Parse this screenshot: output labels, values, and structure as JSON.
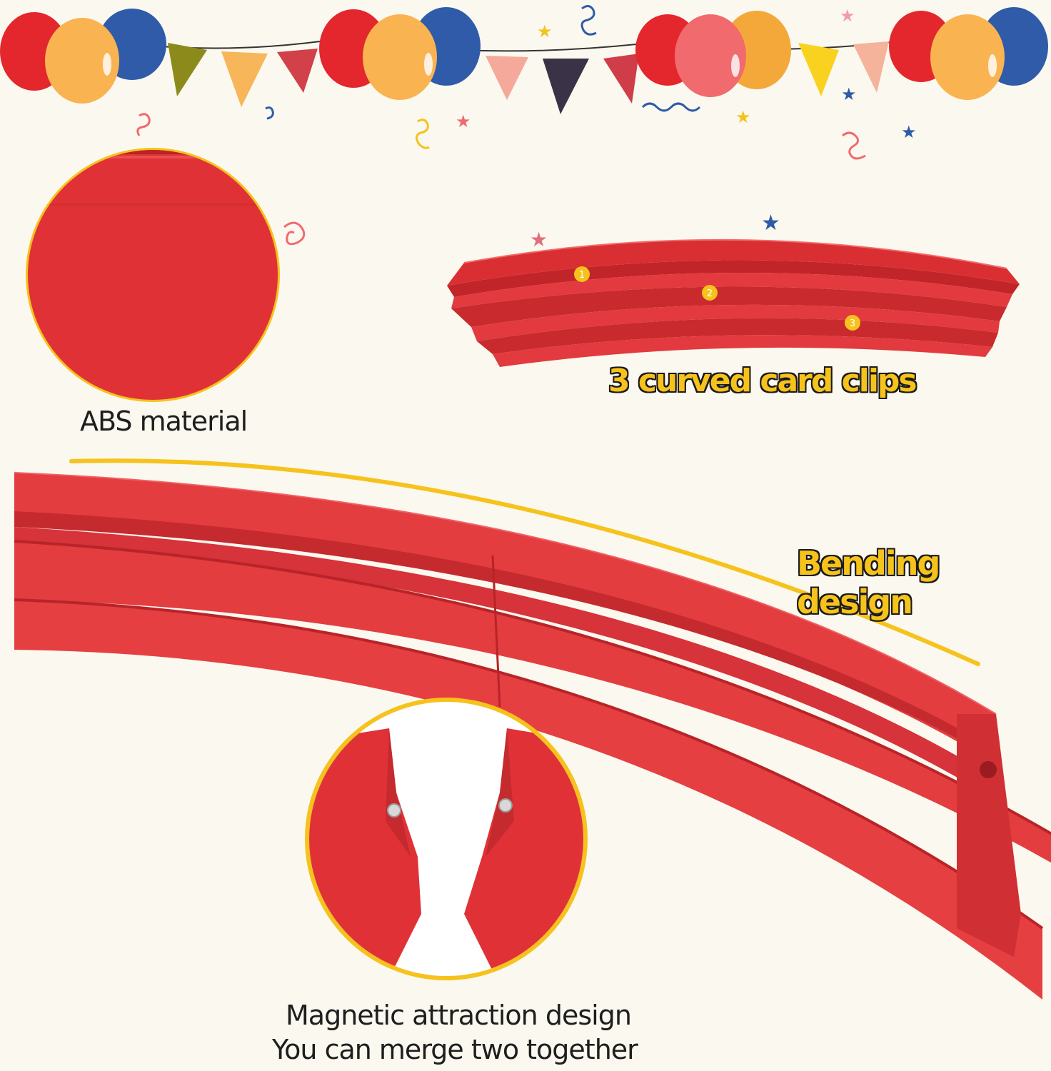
{
  "colors": {
    "background": "#fbf8ef",
    "product_red": "#e43a3c",
    "product_red_dark": "#c72a2e",
    "accent_yellow": "#f6c21c",
    "balloon_red": "#e3272d",
    "balloon_orange": "#f9b451",
    "balloon_blue": "#2f5ba8"
  },
  "icons": [
    "balloon-garland",
    "pennant-flag",
    "star-confetti",
    "swirl-confetti"
  ],
  "features": {
    "material_label": "ABS material",
    "clips_label": "3 curved card clips",
    "bending_label": "Bending design",
    "magnet_line1": "Magnetic attraction design",
    "magnet_line2": "You can merge two together"
  },
  "slot_markers": [
    "1",
    "2",
    "3"
  ]
}
